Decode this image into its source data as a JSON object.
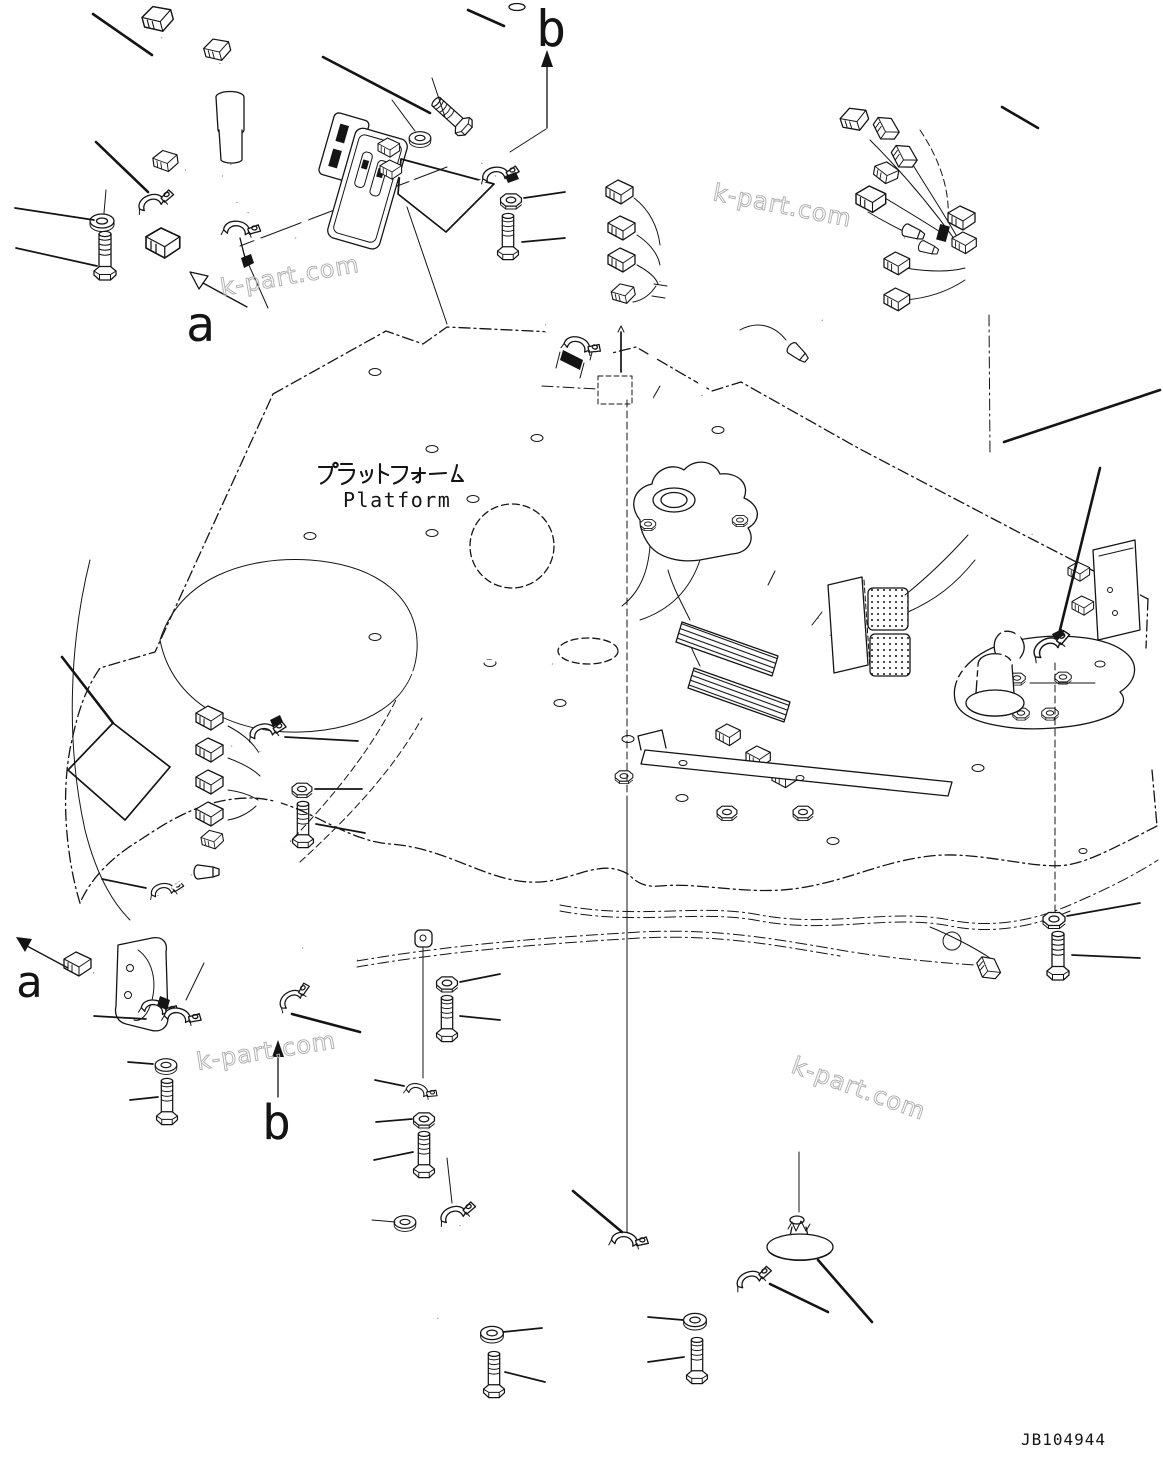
{
  "drawing": {
    "number": "JB104944",
    "title_jp": "プラットフォーム",
    "title_en": "Platform",
    "callout_a": "a",
    "callout_b": "b"
  },
  "watermark": {
    "text": "k-part.com"
  },
  "colors": {
    "line": "#141414",
    "watermark": "#b3b3b3",
    "background": "#ffffff"
  }
}
